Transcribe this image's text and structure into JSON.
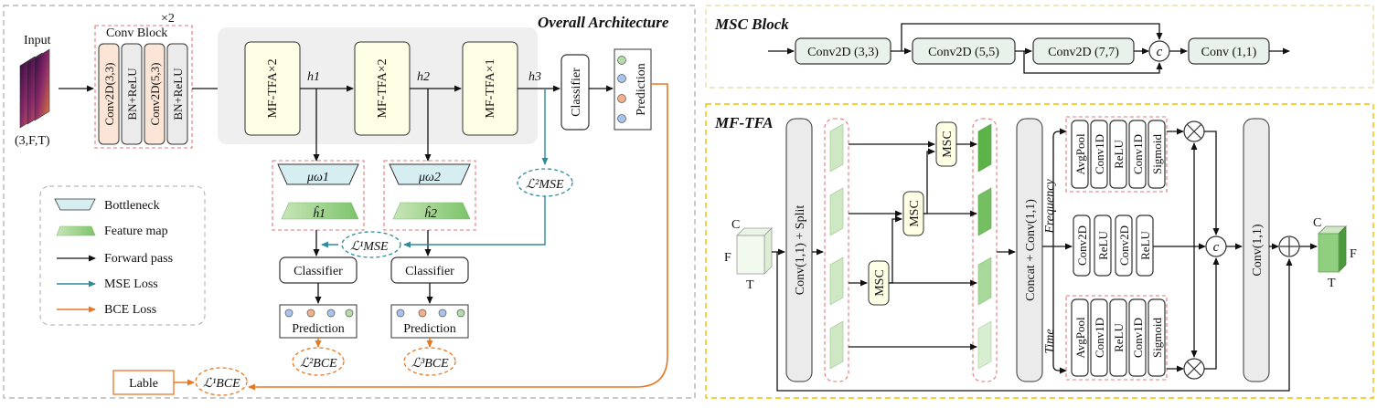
{
  "colors": {
    "forward": "#111111",
    "mse": "#2f8a9a",
    "bce": "#e87722",
    "msc_panel_border": "#e8e0a8",
    "mftfa_panel_border": "#f0c000",
    "feature_map": "#8fcf7f"
  },
  "overall": {
    "title": "Overall Architecture",
    "input_label": "Input",
    "input_shape": "(3,F,T)",
    "conv_block_title": "Conv Block",
    "conv_block_repeat": "×2",
    "conv_block_items": [
      "Conv2D(3,3)",
      "BN+ReLU",
      "Conv2D(5,3)",
      "BN+ReLU"
    ],
    "mftfa_blocks": [
      "MF-TFA×2",
      "MF-TFA×2",
      "MF-TFA×1"
    ],
    "h_labels": [
      "h1",
      "h2",
      "h3"
    ],
    "classifier": "Classifier",
    "prediction": "Prediction",
    "bottleneck_labels": [
      "μω1",
      "μω2"
    ],
    "hhat_labels": [
      "ĥ1",
      "ĥ2"
    ],
    "loss_mse_1": "ℒ¹MSE",
    "loss_mse_2": "ℒ²MSE",
    "loss_bce_1": "ℒ¹BCE",
    "loss_bce_2": "ℒ²BCE",
    "loss_bce_3": "ℒ³BCE",
    "lable": "Lable",
    "legend": [
      {
        "icon": "bottleneck",
        "label": "Bottleneck"
      },
      {
        "icon": "feature-map",
        "label": "Feature map"
      },
      {
        "icon": "forward-arrow",
        "label": "Forward pass"
      },
      {
        "icon": "mse-arrow",
        "label": "MSE Loss"
      },
      {
        "icon": "bce-arrow",
        "label": "BCE Loss"
      }
    ]
  },
  "msc": {
    "title": "MSC Block",
    "blocks": [
      "Conv2D (3,3)",
      "Conv2D (5,5)",
      "Conv2D (7,7)",
      "Conv (1,1)"
    ],
    "concat": "c"
  },
  "mftfa": {
    "title": "MF-TFA",
    "in_labels": {
      "c": "C",
      "f": "F",
      "t": "T"
    },
    "out_labels": {
      "c": "C",
      "f": "F",
      "t": "T"
    },
    "split": "Conv(1,1) + Split",
    "msc": "MSC",
    "concat_conv": "Concat + Conv(1,1)",
    "frequency": "Frequency",
    "time": "Time",
    "freq_branch": [
      "AvgPool",
      "Conv1D",
      "ReLU",
      "Conv1D",
      "Sigmoid"
    ],
    "mid_branch": [
      "Conv2D",
      "ReLU",
      "Conv2D",
      "ReLU"
    ],
    "time_branch": [
      "AvgPool",
      "Conv1D",
      "ReLU",
      "Conv1D",
      "Sigmoid"
    ],
    "final_conv": "Conv(1,1)",
    "concat": "c"
  }
}
